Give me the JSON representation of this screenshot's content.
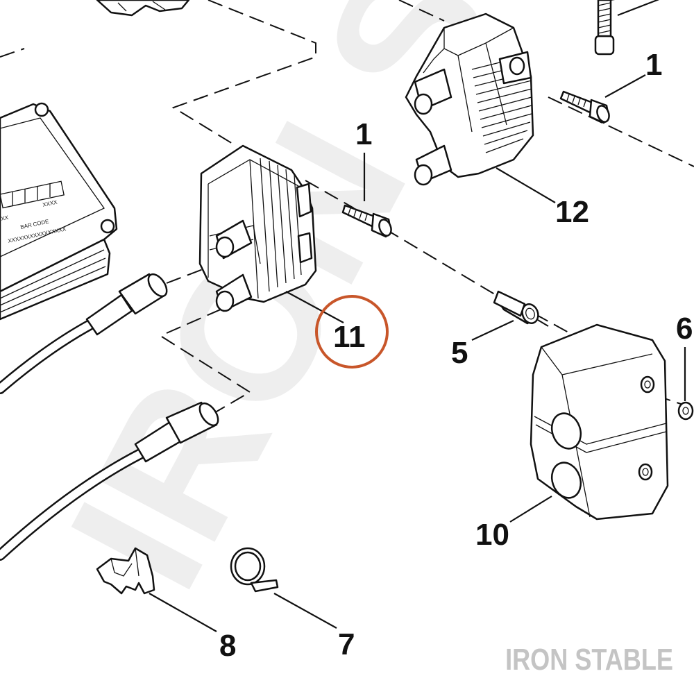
{
  "diagram": {
    "callouts": [
      {
        "id": "c1a",
        "text": "1"
      },
      {
        "id": "c1b",
        "text": "1"
      },
      {
        "id": "c12",
        "text": "12"
      },
      {
        "id": "c11",
        "text": "11"
      },
      {
        "id": "c5",
        "text": "5"
      },
      {
        "id": "c6",
        "text": "6"
      },
      {
        "id": "c10",
        "text": "10"
      },
      {
        "id": "c8",
        "text": "8"
      },
      {
        "id": "c7",
        "text": "7"
      }
    ],
    "ecm_labels": {
      "xxxx": "XXXX",
      "xx": "XX",
      "bar_code": "BAR CODE",
      "serial": "XXXXXXXXXXXXXXXX"
    },
    "highlight_color": "#c8562a",
    "watermark": "IRON STABLE",
    "brand_text": "IRON STABLE"
  }
}
